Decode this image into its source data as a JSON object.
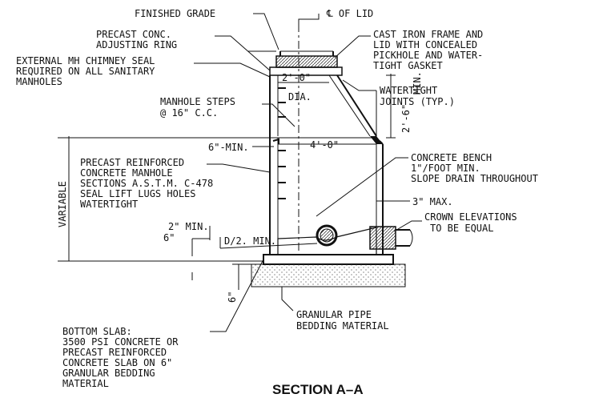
{
  "diagram": {
    "title": "SECTION  A–A",
    "labels": {
      "finished_grade": "FINISHED GRADE",
      "cl_of_lid": "℄ OF LID",
      "adjusting_ring": [
        "PRECAST CONC.",
        "ADJUSTING RING"
      ],
      "chimney_seal": [
        "EXTERNAL MH CHIMNEY SEAL",
        "REQUIRED ON ALL SANITARY",
        "MANHOLES"
      ],
      "cast_iron_frame": [
        "CAST IRON FRAME AND",
        "LID WITH CONCEALED",
        "PICKHOLE AND WATER-",
        "TIGHT GASKET"
      ],
      "chimney_dia_value": "2'-0\"",
      "chimney_dia_unit": "DIA.",
      "watertight_joints": [
        "WATERTIGHT",
        "JOINTS (TYP.)"
      ],
      "cone_height_value": "2'-6\"",
      "cone_height_min": "MIN.",
      "manhole_steps": [
        "MANHOLE STEPS",
        "@ 16\" C.C."
      ],
      "six_min": "6\"-MIN.",
      "barrel_dia": "4'-0\"",
      "precast_manhole": [
        "PRECAST REINFORCED",
        "CONCRETE MANHOLE",
        "SECTIONS A.S.T.M. C-478",
        "SEAL LIFT LUGS HOLES",
        "WATERTIGHT"
      ],
      "variable": "VARIABLE",
      "concrete_bench": [
        "CONCRETE BENCH",
        "1\"/FOOT MIN.",
        "SLOPE DRAIN THROUGHOUT"
      ],
      "three_max": "3\" MAX.",
      "crown_elev": [
        "CROWN ELEVATIONS",
        "TO BE EQUAL"
      ],
      "two_min": "2\" MIN.",
      "six_in": "6\"",
      "d2_min": "D/2. MIN.",
      "six_slab": "6\"",
      "granular_pipe": [
        "GRANULAR PIPE",
        "BEDDING MATERIAL"
      ],
      "bottom_slab": [
        "BOTTOM SLAB:",
        "3500 PSI CONCRETE OR",
        "PRECAST REINFORCED",
        "CONCRETE SLAB ON 6\"",
        "GRANULAR BEDDING",
        "MATERIAL"
      ]
    }
  }
}
